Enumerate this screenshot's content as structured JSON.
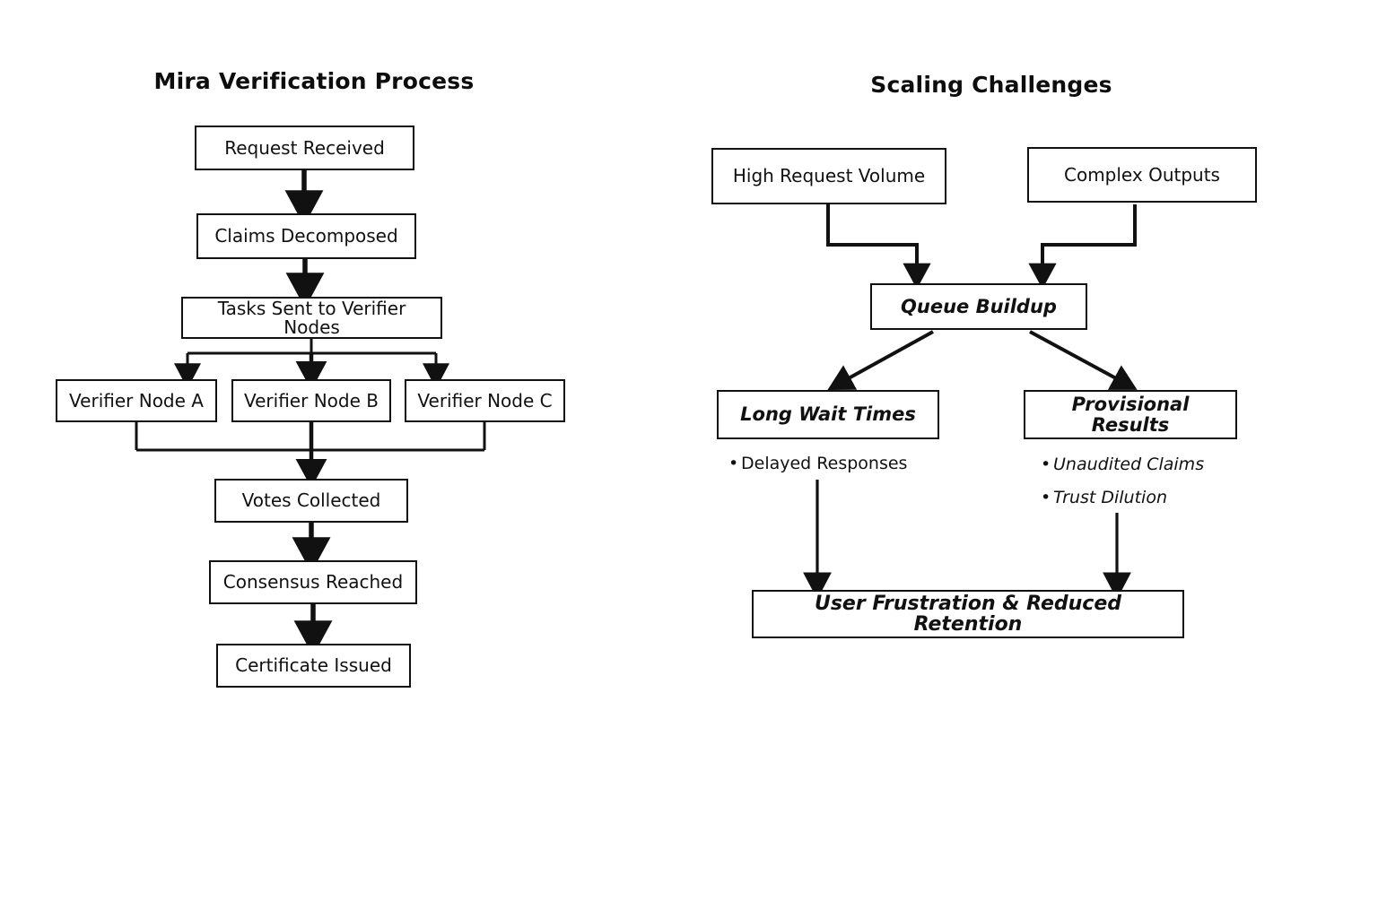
{
  "panels": {
    "left": {
      "title": "Mira Verification Process",
      "nodes": [
        {
          "id": "request-received",
          "label": "Request Received"
        },
        {
          "id": "claims-decomposed",
          "label": "Claims Decomposed"
        },
        {
          "id": "tasks-sent",
          "label": "Tasks Sent to Verifier Nodes"
        },
        {
          "id": "verifier-node-a",
          "label": "Verifier Node A"
        },
        {
          "id": "verifier-node-b",
          "label": "Verifier Node B"
        },
        {
          "id": "verifier-node-c",
          "label": "Verifier Node C"
        },
        {
          "id": "votes-collected",
          "label": "Votes Collected"
        },
        {
          "id": "consensus-reached",
          "label": "Consensus Reached"
        },
        {
          "id": "certificate-issued",
          "label": "Certificate Issued"
        }
      ]
    },
    "right": {
      "title": "Scaling Challenges",
      "nodes": [
        {
          "id": "high-request-volume",
          "label": "High Request Volume"
        },
        {
          "id": "complex-outputs",
          "label": "Complex Outputs"
        },
        {
          "id": "queue-buildup",
          "label": "Queue Buildup"
        },
        {
          "id": "long-wait-times",
          "label": "Long Wait Times"
        },
        {
          "id": "provisional-results",
          "label": "Provisional Results"
        },
        {
          "id": "user-frustration",
          "label": "User Frustration & Reduced Retention"
        }
      ],
      "bullets_left": [
        "Delayed Responses"
      ],
      "bullets_right": [
        "Unaudited Claims",
        "Trust Dilution"
      ]
    }
  },
  "colors": {
    "stroke": "#111111",
    "background": "#ffffff",
    "text": "#111111"
  },
  "chart_data": {
    "type": "diagram",
    "title": "Mira Verification Process / Scaling Challenges",
    "diagrams": [
      {
        "name": "Mira Verification Process",
        "layout": "top-down flowchart",
        "nodes": [
          "Request Received",
          "Claims Decomposed",
          "Tasks Sent to Verifier Nodes",
          "Verifier Node A",
          "Verifier Node B",
          "Verifier Node C",
          "Votes Collected",
          "Consensus Reached",
          "Certificate Issued"
        ],
        "edges": [
          [
            "Request Received",
            "Claims Decomposed"
          ],
          [
            "Claims Decomposed",
            "Tasks Sent to Verifier Nodes"
          ],
          [
            "Tasks Sent to Verifier Nodes",
            "Verifier Node A"
          ],
          [
            "Tasks Sent to Verifier Nodes",
            "Verifier Node B"
          ],
          [
            "Tasks Sent to Verifier Nodes",
            "Verifier Node C"
          ],
          [
            "Verifier Node A",
            "Votes Collected"
          ],
          [
            "Verifier Node B",
            "Votes Collected"
          ],
          [
            "Verifier Node C",
            "Votes Collected"
          ],
          [
            "Votes Collected",
            "Consensus Reached"
          ],
          [
            "Consensus Reached",
            "Certificate Issued"
          ]
        ]
      },
      {
        "name": "Scaling Challenges",
        "layout": "top-down flowchart",
        "nodes": [
          "High Request Volume",
          "Complex Outputs",
          "Queue Buildup",
          "Long Wait Times",
          "Provisional Results",
          "User Frustration & Reduced Retention"
        ],
        "edges": [
          [
            "High Request Volume",
            "Queue Buildup"
          ],
          [
            "Complex Outputs",
            "Queue Buildup"
          ],
          [
            "Queue Buildup",
            "Long Wait Times"
          ],
          [
            "Queue Buildup",
            "Provisional Results"
          ],
          [
            "Long Wait Times",
            "User Frustration & Reduced Retention"
          ],
          [
            "Provisional Results",
            "User Frustration & Reduced Retention"
          ]
        ],
        "annotations": {
          "Long Wait Times": [
            "Delayed Responses"
          ],
          "Provisional Results": [
            "Unaudited Claims",
            "Trust Dilution"
          ]
        }
      }
    ]
  }
}
